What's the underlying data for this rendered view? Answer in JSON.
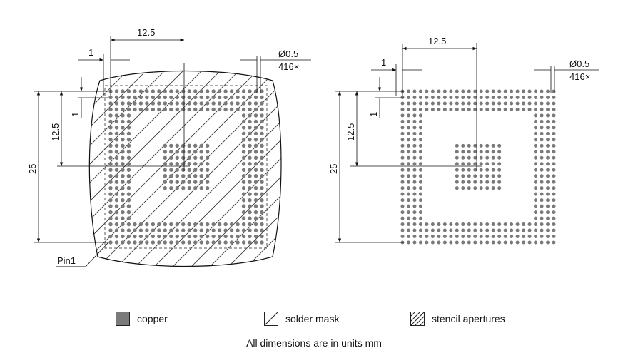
{
  "left_drawing": {
    "dim_pitch_x": "12.5",
    "dim_ball_pitch_x": "1",
    "dim_ball_pitch_y": "1",
    "dim_pitch_y": "12.5",
    "dim_overall": "25",
    "ball_diameter": "Ø0.5",
    "ball_count": "416×",
    "pin1_label": "Pin1"
  },
  "right_drawing": {
    "dim_pitch_x": "12.5",
    "dim_ball_pitch_x": "1",
    "dim_ball_pitch_y": "1",
    "dim_pitch_y": "12.5",
    "dim_overall": "25",
    "ball_diameter": "Ø0.5",
    "ball_count": "416×"
  },
  "legend": [
    {
      "label": "copper",
      "icon": "copper-swatch-icon",
      "color": "#7a7a7a"
    },
    {
      "label": "solder mask",
      "icon": "solder-mask-swatch-icon"
    },
    {
      "label": "stencil apertures",
      "icon": "stencil-swatch-icon"
    }
  ],
  "footnote": "All dimensions are in units mm",
  "colors": {
    "ball": "#7a7a7a",
    "line": "#111111"
  }
}
